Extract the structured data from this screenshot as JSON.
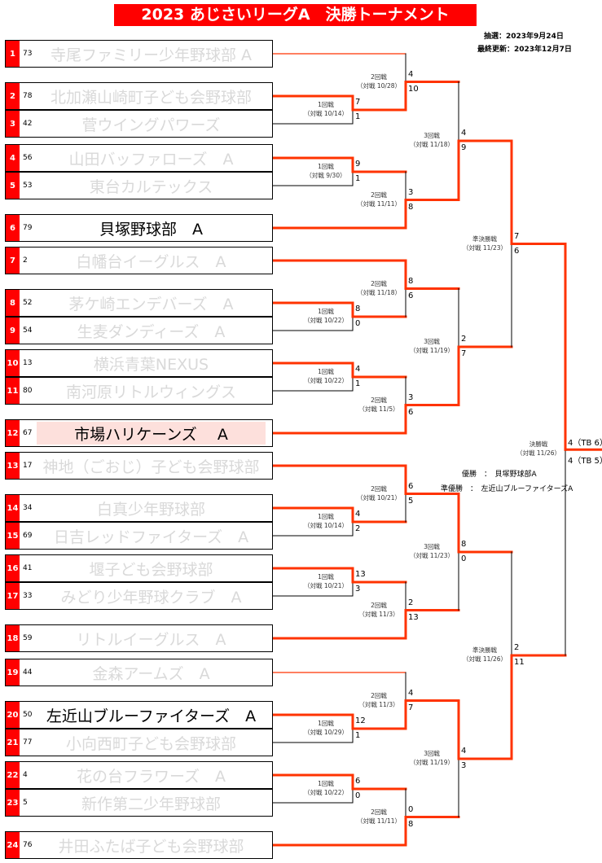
{
  "title": "2023 あじさいリーグA　決勝トーナメント",
  "draw_date": "抽選：2023年9月24日",
  "last_updated": "最終更新：2023年12月7日",
  "results": {
    "winner": "優勝　：　貝塚野球部A",
    "runner_up": "準優勝　：　左近山ブルーファイターズA"
  },
  "colors": {
    "accent": "#ff0000",
    "bracket_win": "#ff3300",
    "highlight": "#fde0dc",
    "eliminated_text": "#d9d9d9"
  },
  "teams": [
    {
      "seed": "1",
      "num": "73",
      "name": "寺尾ファミリー少年野球部 A",
      "active": false
    },
    {
      "seed": "2",
      "num": "78",
      "name": "北加瀬山崎町子ども会野球部",
      "active": false
    },
    {
      "seed": "3",
      "num": "42",
      "name": "菅ウイングパワーズ",
      "active": false
    },
    {
      "seed": "4",
      "num": "56",
      "name": "山田バッファローズ　A",
      "active": false
    },
    {
      "seed": "5",
      "num": "53",
      "name": "東台カルテックス",
      "active": false
    },
    {
      "seed": "6",
      "num": "79",
      "name": "貝塚野球部　A",
      "active": true
    },
    {
      "seed": "7",
      "num": "2",
      "name": "白幡台イーグルス　A",
      "active": false
    },
    {
      "seed": "8",
      "num": "52",
      "name": "茅ケ崎エンデバーズ　A",
      "active": false
    },
    {
      "seed": "9",
      "num": "54",
      "name": "生麦ダンディーズ　A",
      "active": false
    },
    {
      "seed": "10",
      "num": "13",
      "name": "横浜青葉NEXUS",
      "active": false
    },
    {
      "seed": "11",
      "num": "80",
      "name": "南河原リトルウィングス",
      "active": false
    },
    {
      "seed": "12",
      "num": "67",
      "name": "市場ハリケーンズ　 A",
      "active": true,
      "highlight": true
    },
    {
      "seed": "13",
      "num": "17",
      "name": "神地（ごおじ）子ども会野球部",
      "active": false
    },
    {
      "seed": "14",
      "num": "34",
      "name": "白真少年野球部",
      "active": false
    },
    {
      "seed": "15",
      "num": "69",
      "name": "日吉レッドファイターズ　A",
      "active": false
    },
    {
      "seed": "16",
      "num": "41",
      "name": "堰子ども会野球部",
      "active": false
    },
    {
      "seed": "17",
      "num": "33",
      "name": "みどり少年野球クラブ　A",
      "active": false
    },
    {
      "seed": "18",
      "num": "59",
      "name": "リトルイーグルス　A",
      "active": false
    },
    {
      "seed": "19",
      "num": "44",
      "name": "金森アームズ　A",
      "active": false
    },
    {
      "seed": "20",
      "num": "50",
      "name": "左近山ブルーファイターズ　A",
      "active": true
    },
    {
      "seed": "21",
      "num": "77",
      "name": "小向西町子ども会野球部",
      "active": false
    },
    {
      "seed": "22",
      "num": "4",
      "name": "花の台フラワーズ　A",
      "active": false
    },
    {
      "seed": "23",
      "num": "5",
      "name": "新作第二少年野球部",
      "active": false
    },
    {
      "seed": "24",
      "num": "76",
      "name": "井田ふたば子ども会野球部",
      "active": false
    }
  ],
  "matches": [
    {
      "round": "1回戦",
      "date": "（対戦 10/14）",
      "top": "7",
      "bottom": "1"
    },
    {
      "round": "1回戦",
      "date": "（対戦 9/30）",
      "top": "9",
      "bottom": "1"
    },
    {
      "round": "1回戦",
      "date": "（対戦 10/22）",
      "top": "8",
      "bottom": "0"
    },
    {
      "round": "1回戦",
      "date": "（対戦 10/22）",
      "top": "4",
      "bottom": "1"
    },
    {
      "round": "1回戦",
      "date": "（対戦 10/14）",
      "top": "4",
      "bottom": "2"
    },
    {
      "round": "1回戦",
      "date": "（対戦 10/21）",
      "top": "13",
      "bottom": "3"
    },
    {
      "round": "1回戦",
      "date": "（対戦 10/29）",
      "top": "12",
      "bottom": "1"
    },
    {
      "round": "1回戦",
      "date": "（対戦 10/22）",
      "top": "6",
      "bottom": "0"
    },
    {
      "round": "2回戦",
      "date": "（対戦 10/28）",
      "top": "4",
      "bottom": "10"
    },
    {
      "round": "2回戦",
      "date": "（対戦 11/11）",
      "top": "3",
      "bottom": "8"
    },
    {
      "round": "2回戦",
      "date": "（対戦 11/18）",
      "top": "8",
      "bottom": "6"
    },
    {
      "round": "2回戦",
      "date": "（対戦 11/5）",
      "top": "3",
      "bottom": "6"
    },
    {
      "round": "2回戦",
      "date": "（対戦 10/21）",
      "top": "6",
      "bottom": "5"
    },
    {
      "round": "2回戦",
      "date": "（対戦 11/3）",
      "top": "2",
      "bottom": "13"
    },
    {
      "round": "2回戦",
      "date": "（対戦 11/3）",
      "top": "4",
      "bottom": "7"
    },
    {
      "round": "2回戦",
      "date": "（対戦 11/11）",
      "top": "0",
      "bottom": "8"
    },
    {
      "round": "3回戦",
      "date": "（対戦 11/18）",
      "top": "4",
      "bottom": "9"
    },
    {
      "round": "3回戦",
      "date": "（対戦 11/19）",
      "top": "2",
      "bottom": "7"
    },
    {
      "round": "3回戦",
      "date": "（対戦 11/23）",
      "top": "8",
      "bottom": "0"
    },
    {
      "round": "3回戦",
      "date": "（対戦 11/19）",
      "top": "4",
      "bottom": "3"
    },
    {
      "round": "準決勝戦",
      "date": "（対戦 11/23）",
      "top": "7",
      "bottom": "6"
    },
    {
      "round": "準決勝戦",
      "date": "（対戦 11/26）",
      "top": "2",
      "bottom": "11"
    },
    {
      "round": "決勝戦",
      "date": "（対戦 11/26）",
      "top": "4（TB 6）",
      "bottom": "4（TB 5）"
    }
  ]
}
